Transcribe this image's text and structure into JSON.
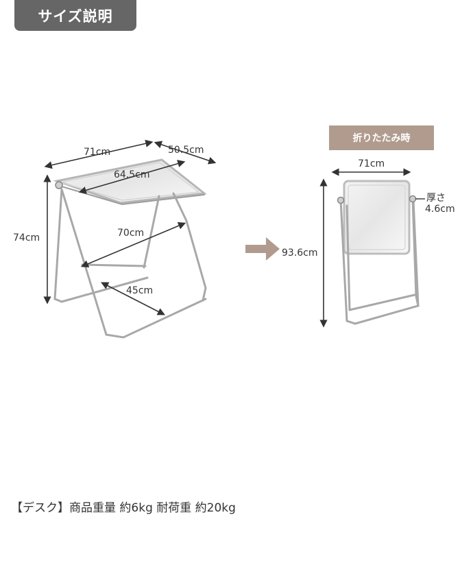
{
  "header": {
    "title": "サイズ説明"
  },
  "unfolded": {
    "width": "71cm",
    "depth": "50.5cm",
    "top_inner": "64.5cm",
    "height": "74cm",
    "base_width": "70cm",
    "base_depth": "45cm"
  },
  "folded": {
    "badge": "折りたたみ時",
    "width": "71cm",
    "thickness_label": "厚さ",
    "thickness": "4.6cm",
    "height": "93.6cm"
  },
  "specs": {
    "text": "【デスク】商品重量 約6kg 耐荷重 約20kg"
  },
  "colors": {
    "header_bg": "#666666",
    "badge_bg": "#b09b8e",
    "arrow": "#b09b8e"
  }
}
